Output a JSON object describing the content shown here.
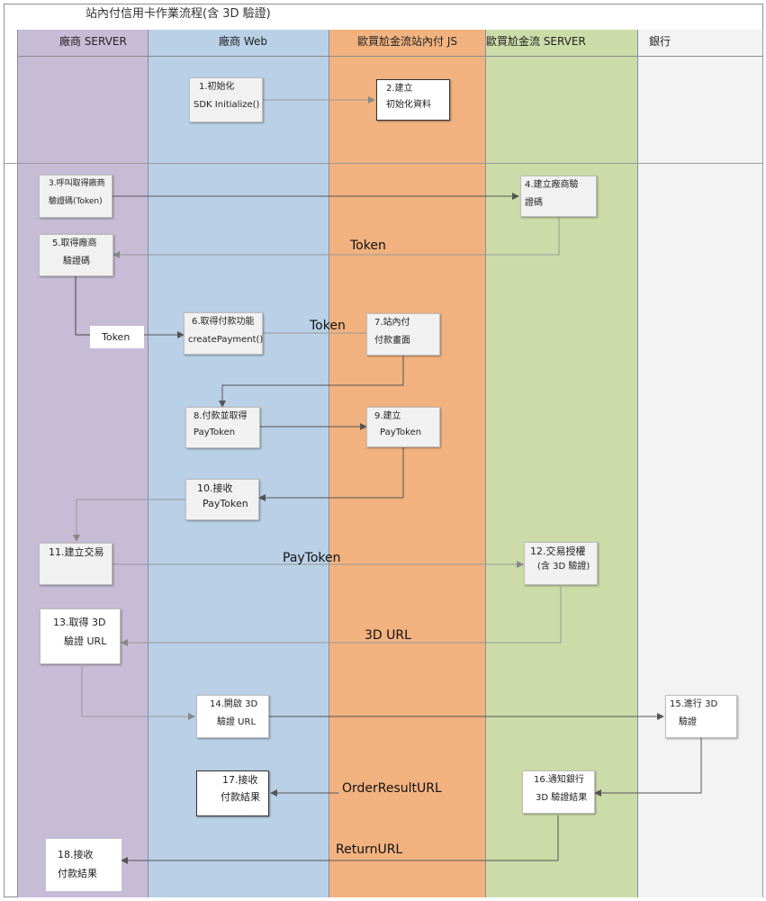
{
  "title": "站內付信用卡作業流程(含 3D 驗證)",
  "lanes": [
    {
      "name": "廠商  SERVER",
      "color": "#c7bcd6"
    },
    {
      "name": "廠商  Web",
      "color": "#b9d0e6"
    },
    {
      "name": "歐買尬金流站內付 JS",
      "color": "#f1b27f"
    },
    {
      "name": "歐買尬金流 SERVER",
      "color": "#ccdca8"
    },
    {
      "name": "銀行",
      "color": "#f3f3f3"
    }
  ],
  "steps": {
    "s1": {
      "line1": "1.初始化",
      "line2": "SDK Initialize()"
    },
    "s2": {
      "line1": "2.建立",
      "line2": "初始化資料"
    },
    "s3": {
      "line1": "3.呼叫取得廠商",
      "line2": "驗證碼(Token)"
    },
    "s4": {
      "line1": "4.建立廠商驗",
      "line2": "證碼"
    },
    "s5": {
      "line1": "5.取得廠商",
      "line2": "驗證碼"
    },
    "s6": {
      "line1": "6.取得付款功能",
      "line2": "createPayment()"
    },
    "s7": {
      "line1": "7.站內付",
      "line2": "付款畫面"
    },
    "s8": {
      "line1": "8.付款並取得",
      "line2": "PayToken"
    },
    "s9": {
      "line1": "9.建立",
      "line2": "PayToken"
    },
    "s10": {
      "line1": "10.接收",
      "line2": "PayToken"
    },
    "s11": {
      "line1": "11.建立交易",
      "line2": ""
    },
    "s12": {
      "line1": "12.交易授權",
      "line2": "(含 3D 驗證)"
    },
    "s13": {
      "line1": "13.取得 3D",
      "line2": "驗證 URL"
    },
    "s14": {
      "line1": "14.開啟 3D",
      "line2": "驗證 URL"
    },
    "s15": {
      "line1": "15.進行 3D",
      "line2": "驗證"
    },
    "s16": {
      "line1": "16.通知銀行",
      "line2": "3D 驗證結果"
    },
    "s17": {
      "line1": "17.接收",
      "line2": "付款結果"
    },
    "s18": {
      "line1": "18.接收",
      "line2": "付款結果"
    }
  },
  "labels": {
    "token_return": "Token",
    "token_box": "Token",
    "token_pass": "Token",
    "paytoken": "PayToken",
    "url3d": "3D URL",
    "order_result": "OrderResultURL",
    "return_url": "ReturnURL"
  }
}
